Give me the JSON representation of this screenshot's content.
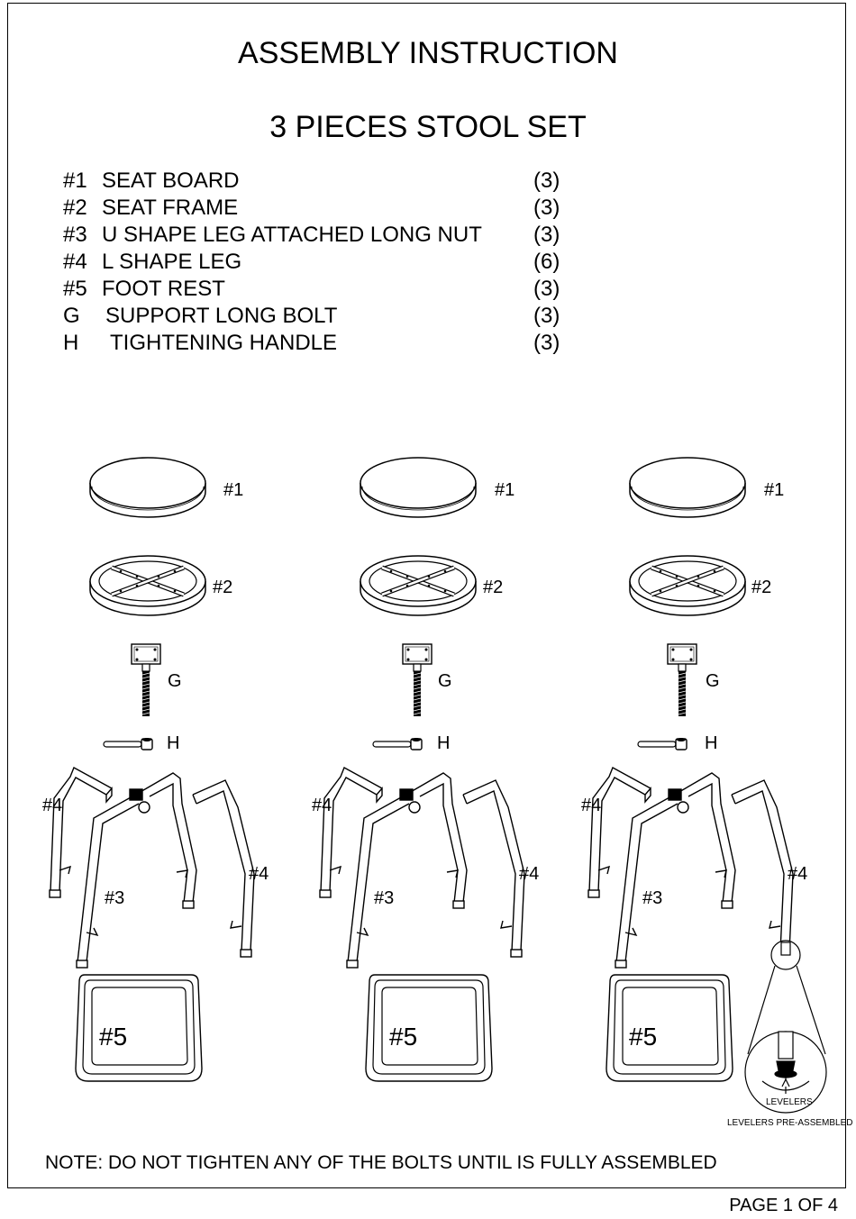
{
  "document": {
    "title": "ASSEMBLY INSTRUCTION",
    "subtitle": "3 PIECES STOOL SET",
    "note": "NOTE: DO NOT TIGHTEN ANY OF THE BOLTS UNTIL IS FULLY ASSEMBLED",
    "page": "PAGE 1 OF 4"
  },
  "parts": [
    {
      "num": "#1",
      "name": "SEAT BOARD",
      "qty": "(3)"
    },
    {
      "num": "#2",
      "name": "SEAT FRAME",
      "qty": "(3)"
    },
    {
      "num": "#3",
      "name": "U SHAPE LEG ATTACHED LONG NUT",
      "qty": "(3)"
    },
    {
      "num": "#4",
      "name": "L SHAPE LEG",
      "qty": "(6)"
    },
    {
      "num": "#5",
      "name": "FOOT REST",
      "qty": "(3)"
    },
    {
      "num": "G",
      "name": "SUPPORT LONG BOLT",
      "qty": "(3)"
    },
    {
      "num": "H",
      "name": "TIGHTENING HANDLE",
      "qty": "(3)"
    }
  ],
  "labels": {
    "seat_board": "#1",
    "seat_frame": "#2",
    "bolt": "G",
    "handle": "H",
    "u_leg": "#3",
    "l_leg": "#4",
    "foot_rest": "#5",
    "levelers": "LEVELERS",
    "levelers_note": "LEVELERS PRE-ASSEMBLED"
  }
}
